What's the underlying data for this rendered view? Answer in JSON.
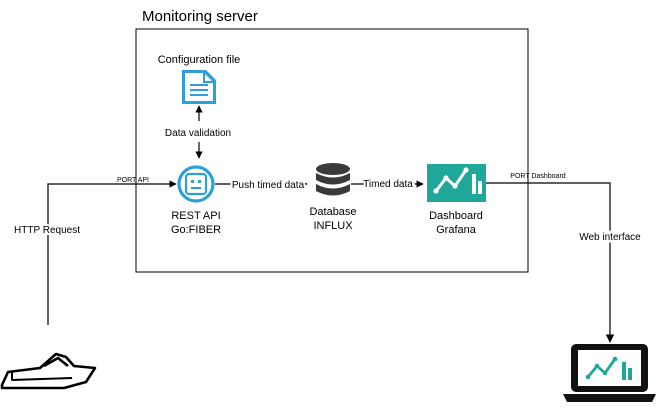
{
  "diagram": {
    "container_title": "Monitoring server",
    "nodes": {
      "config": {
        "label": "Configuration file",
        "icon": "document-icon"
      },
      "rest_api": {
        "label_line1": "REST API",
        "label_line2": "Go:FIBER",
        "icon": "api-icon"
      },
      "database": {
        "label_line1": "Database",
        "label_line2": "INFLUX",
        "icon": "database-icon"
      },
      "dashboard": {
        "label_line1": "Dashboard",
        "label_line2": "Grafana",
        "icon": "grafana-chart-icon"
      },
      "boat": {
        "icon": "boat-icon"
      },
      "laptop": {
        "icon": "laptop-chart-icon"
      }
    },
    "edges": {
      "data_validation": "Data validation",
      "push_timed_data": "Push timed data",
      "timed_data": "Timed data",
      "port_api": "PORT API",
      "port_dashboard": "PORT Dashboard",
      "http_request": "HTTP Request",
      "web_interface": "Web interface"
    },
    "colors": {
      "icon_blue": "#2f9fd8",
      "icon_teal": "#1fa79a",
      "database_dark": "#3a3a3a",
      "line": "#000000"
    }
  }
}
